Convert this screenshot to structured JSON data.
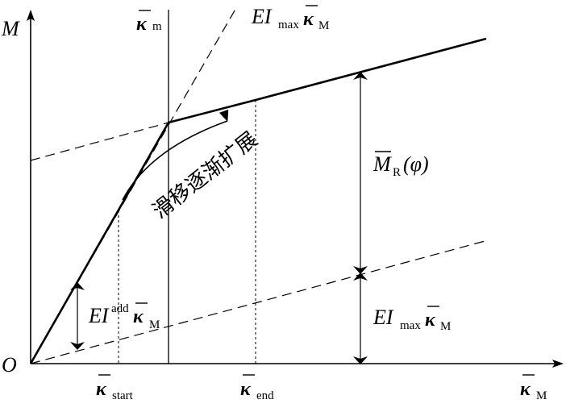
{
  "axes": {
    "y_label": "M",
    "x_label_base": "κ",
    "x_label_sub": "M",
    "origin_label": "O"
  },
  "ticks": {
    "start": {
      "base": "κ",
      "sub": "start"
    },
    "end": {
      "base": "κ",
      "sub": "end"
    },
    "m": {
      "base": "κ",
      "sub": "m"
    }
  },
  "labels": {
    "top_line": {
      "a": "EI",
      "sub": "max",
      "k": "κ",
      "ksub": "M"
    },
    "lower_line": {
      "a": "EI",
      "sub": "max",
      "k": "κ",
      "ksub": "M"
    },
    "add": {
      "a": "EI",
      "sup": "add",
      "k": "κ",
      "ksub": "M"
    },
    "mr": {
      "m": "M",
      "sub": "R",
      "arg": "(φ)"
    },
    "slip_text": "滑移逐渐扩展"
  }
}
